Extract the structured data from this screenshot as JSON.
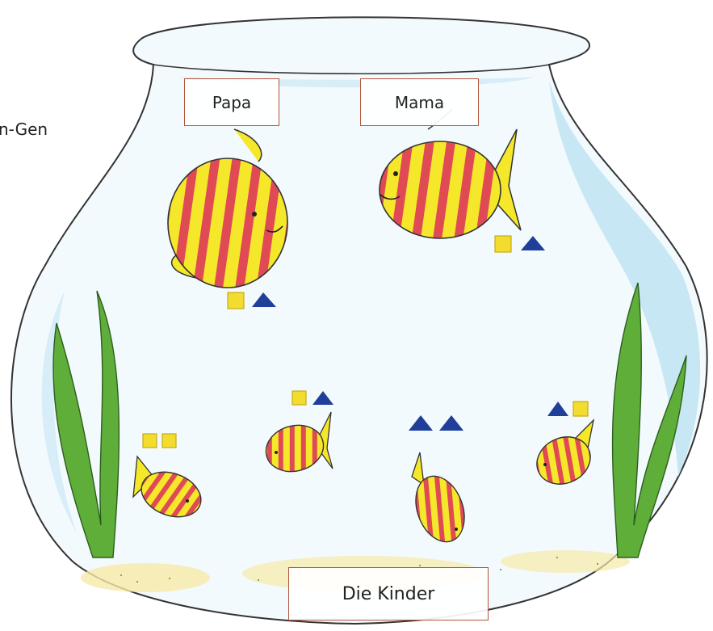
{
  "labels": {
    "papa": "Papa",
    "mama": "Mama",
    "children": "Die Kinder"
  },
  "edge_text": "n-Gen",
  "genes": {
    "papa": [
      "square",
      "triangle"
    ],
    "mama": [
      "square",
      "triangle"
    ],
    "child_1": [
      "square",
      "square"
    ],
    "child_2": [
      "square",
      "triangle"
    ],
    "child_3": [
      "triangle",
      "triangle"
    ],
    "child_4": [
      "triangle",
      "square"
    ]
  },
  "colors": {
    "fish_yellow": "#f5e82a",
    "fish_red": "#e04a55",
    "gene_square": "#f2dc2e",
    "gene_triangle": "#1f3f9a",
    "water": "#bfe3f2",
    "seaweed": "#5fae3a",
    "sand": "#f6eaa8",
    "label_border": "#b5543b"
  }
}
